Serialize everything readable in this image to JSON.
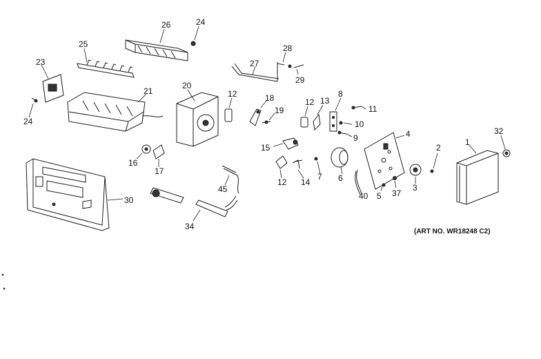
{
  "callouts": [
    {
      "id": "p26",
      "text": "26"
    },
    {
      "id": "p24a",
      "text": "24"
    },
    {
      "id": "p25",
      "text": "25"
    },
    {
      "id": "p23",
      "text": "23"
    },
    {
      "id": "p21",
      "text": "21"
    },
    {
      "id": "p24b",
      "text": "24"
    },
    {
      "id": "p20",
      "text": "20"
    },
    {
      "id": "p12a",
      "text": "12"
    },
    {
      "id": "p27",
      "text": "27"
    },
    {
      "id": "p28",
      "text": "28"
    },
    {
      "id": "p29",
      "text": "29"
    },
    {
      "id": "p18",
      "text": "18"
    },
    {
      "id": "p19",
      "text": "19"
    },
    {
      "id": "p12b",
      "text": "12"
    },
    {
      "id": "p13",
      "text": "13"
    },
    {
      "id": "p8",
      "text": "8"
    },
    {
      "id": "p11",
      "text": "11"
    },
    {
      "id": "p10",
      "text": "10"
    },
    {
      "id": "p9",
      "text": "9"
    },
    {
      "id": "p32",
      "text": "32"
    },
    {
      "id": "p4",
      "text": "4"
    },
    {
      "id": "p1",
      "text": "1"
    },
    {
      "id": "p2",
      "text": "2"
    },
    {
      "id": "p15",
      "text": "15"
    },
    {
      "id": "p16",
      "text": "16"
    },
    {
      "id": "p17",
      "text": "17"
    },
    {
      "id": "p12c",
      "text": "12"
    },
    {
      "id": "p14",
      "text": "14"
    },
    {
      "id": "p7",
      "text": "7"
    },
    {
      "id": "p6",
      "text": "6"
    },
    {
      "id": "p40",
      "text": "40"
    },
    {
      "id": "p5",
      "text": "5"
    },
    {
      "id": "p37",
      "text": "37"
    },
    {
      "id": "p3",
      "text": "3"
    },
    {
      "id": "p30",
      "text": "30"
    },
    {
      "id": "p45",
      "text": "45"
    },
    {
      "id": "p34",
      "text": "34"
    }
  ],
  "art_note": "(ART NO. WR18248 C2)"
}
